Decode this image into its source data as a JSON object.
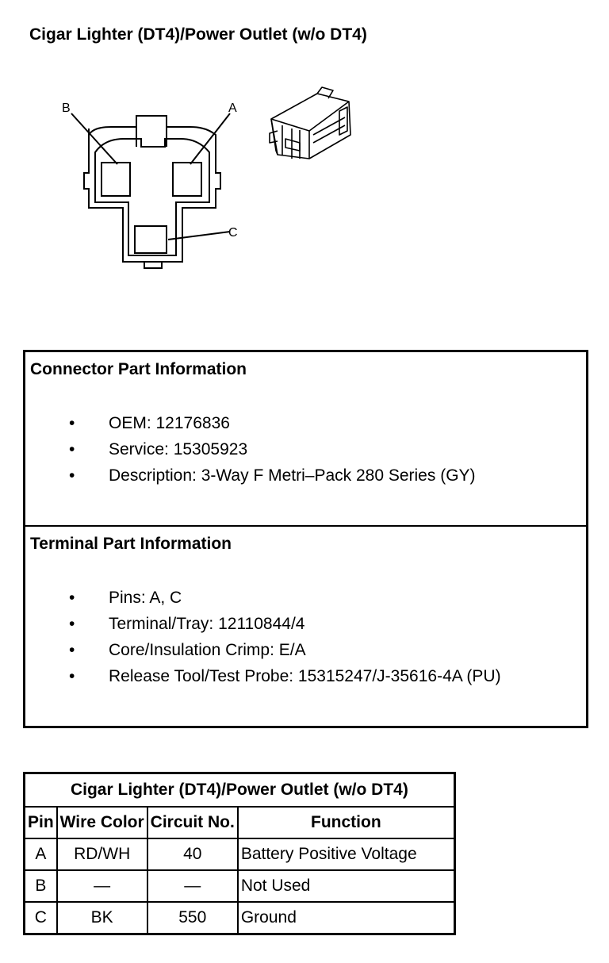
{
  "page_title": "Cigar Lighter (DT4)/Power Outlet (w/o DT4)",
  "diagram": {
    "label_a": "A",
    "label_b": "B",
    "label_c": "C"
  },
  "connector_part": {
    "heading": "Connector Part Information",
    "items": [
      "OEM: 12176836",
      "Service: 15305923",
      "Description: 3-Way F Metri–Pack 280 Series (GY)"
    ]
  },
  "terminal_part": {
    "heading": "Terminal Part Information",
    "items": [
      "Pins: A, C",
      "Terminal/Tray: 12110844/4",
      "Core/Insulation Crimp: E/A",
      "Release Tool/Test Probe: 15315247/J-35616-4A (PU)"
    ]
  },
  "bullet": "•",
  "pin_table": {
    "caption": "Cigar Lighter (DT4)/Power Outlet (w/o DT4)",
    "headers": [
      "Pin",
      "Wire Color",
      "Circuit No.",
      "Function"
    ],
    "rows": [
      [
        "A",
        "RD/WH",
        "40",
        "Battery Positive Voltage"
      ],
      [
        "B",
        "—",
        "—",
        "Not Used"
      ],
      [
        "C",
        "BK",
        "550",
        "Ground"
      ]
    ]
  }
}
